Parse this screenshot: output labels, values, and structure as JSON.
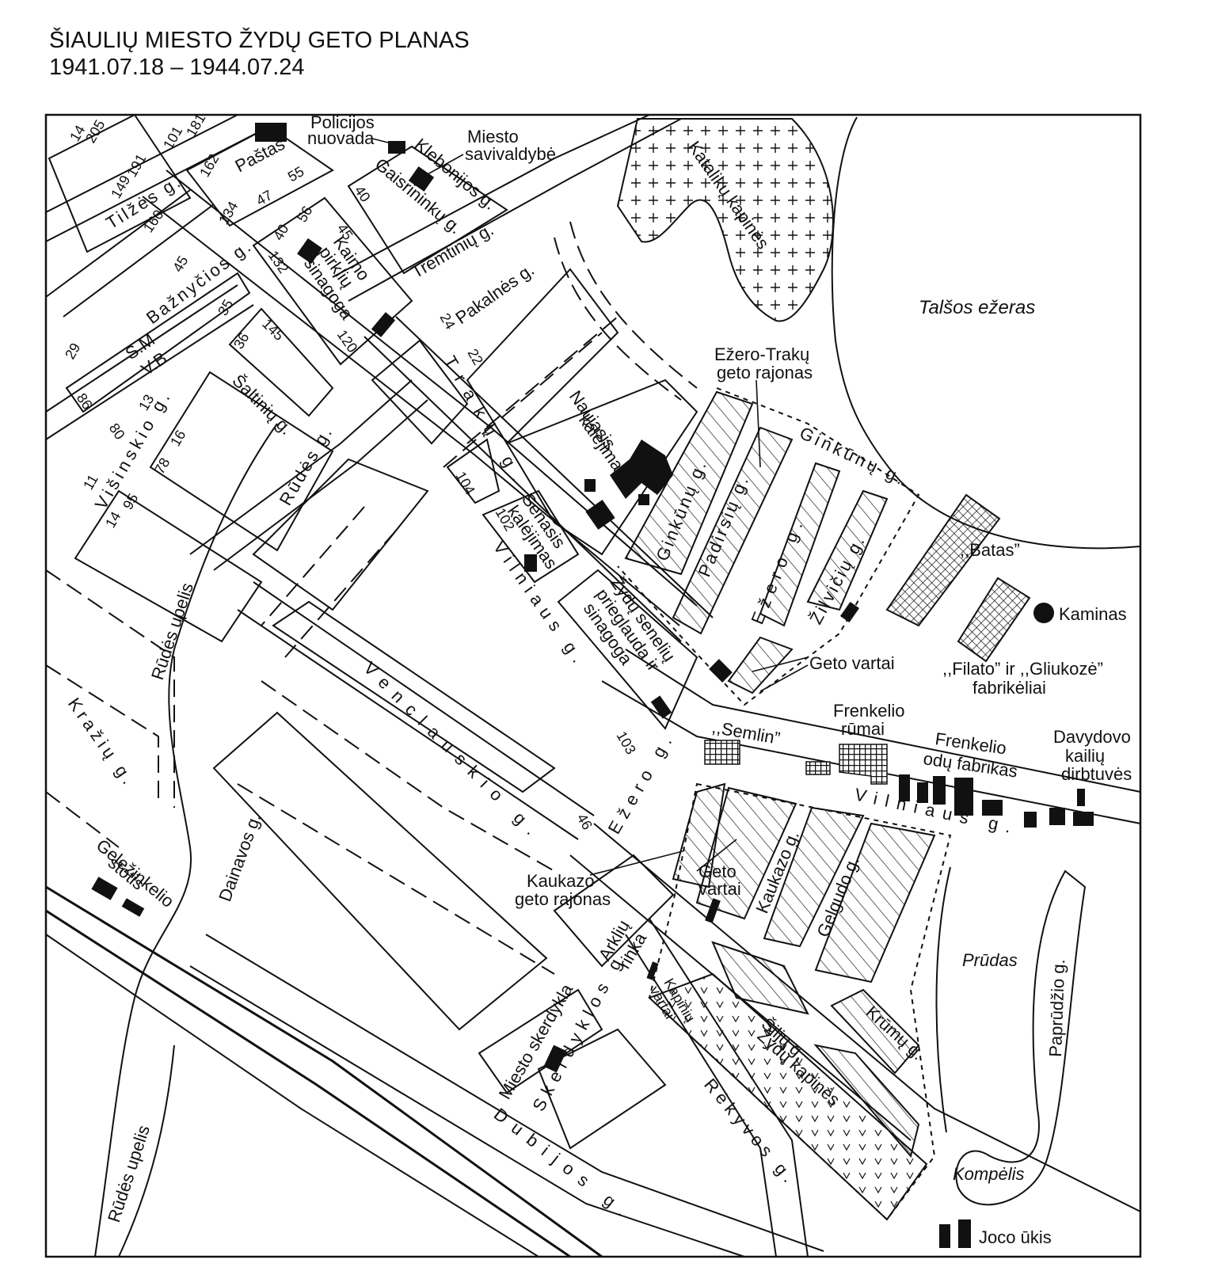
{
  "header": {
    "title": "ŠIAULIŲ MIESTO ŽYDŲ GETO PLANAS",
    "dates": "1941.07.18 – 1944.07.24"
  },
  "map": {
    "ghettos": {
      "ezero_traku": [
        "Ežero-Trakų",
        "geto rajonas"
      ],
      "kaukazo": [
        "Kaukazo",
        "geto rajonas"
      ]
    },
    "gates": {
      "geto_vartai_1": "Geto vartai",
      "geto_vartai_2": [
        "Geto",
        "vartai"
      ],
      "kapiniu_vartai": [
        "Kapinių",
        "vartai"
      ]
    },
    "streets": {
      "tilzes": "Tilžės g.",
      "baznycios": "Bažnyčios g.",
      "visinskio": "Višinskio g.",
      "saltiniu": "Šaltinių g.",
      "rudes": "Rūdės g.",
      "traku": "Trakų g.",
      "pakalnes": "Pakalnės g.",
      "klebonijos": "Klebonijos g.",
      "gaisrininku": "Gaisrininkų g.",
      "tremtiniu": "Tremtinių g.",
      "vilniaus_1": "Vilniaus g.",
      "vilniaus_2": "Vilniaus g.",
      "venclauskio": "Venclauskio g.",
      "ezero_1": "Ežero g.",
      "ezero_2": "Ežero g.",
      "ginkunu_1": "Ginkūnų g.",
      "ginkunu_2": "Ginkūnų g.",
      "padirsiu": "Padirsių g.",
      "zilviciu": "Žilvičių g.",
      "kraziu": "Kražių g.",
      "dainavos": "Dainavos g.",
      "kaukazo": "Kaukazo g.",
      "gelgudo": "Gelgudo g.",
      "skerdyklos": "Skerdyklos g.",
      "rekyvos": "Rėkyvos g.",
      "dubijos": "Dubijos g.",
      "siju": "Šiljų g.",
      "krumu": "Krūmų g.",
      "paprudzio": "Paprūdžio g."
    },
    "water": {
      "talsos": "Talšos ežeras",
      "prudas": "Prūdas",
      "kompelis": "Kompėlis",
      "rudes_upelis_1": "Rūdės upelis",
      "rudes_upelis_2": "Rūdės upelis"
    },
    "places": {
      "pastas": "Paštas",
      "policija": [
        "Policijos",
        "nuovada"
      ],
      "savivaldybe": [
        "Miesto",
        "savivaldybė"
      ],
      "kataliku_kapines": "Katalikų kapinės",
      "kaimo_sinagoga": [
        "Kaimo",
        "pirklių",
        "sinagoga"
      ],
      "naujasis_kalejimas": [
        "Naujasis",
        "kalėjimas"
      ],
      "senasis_kalejimas": [
        "Senasis",
        "kalėjimas"
      ],
      "prieglauda": [
        "Žydų senelių",
        "prieglauda ir",
        "sinagoga"
      ],
      "batas": ",,Batas”",
      "kaminas": "Kaminas",
      "filato": [
        ",,Filato” ir ,,Gliukozė”",
        "fabrikėliai"
      ],
      "semlin": ",,Semlin”",
      "frenkelio_rumai": [
        "Frenkelio",
        "rūmai"
      ],
      "frenkelio_fabrikas": [
        "Frenkelio",
        "odų fabrikas"
      ],
      "davydovo": [
        "Davydovo",
        "kailių",
        "dirbtuvės"
      ],
      "arkliu_rinka": [
        "Arklių",
        "rinka"
      ],
      "skerdykla": "Miesto skerdykla",
      "zydu_kapines": "Žydų kapinės",
      "gelezinkelio_stotis": [
        "Geležinkelio",
        "stotis"
      ],
      "joco_ukis": "Joco ūkis",
      "sm_vb": [
        "S.M",
        "V.B"
      ]
    },
    "house_numbers": {
      "n14": "14",
      "n205": "205",
      "n101": "101",
      "n181": "181",
      "n191": "191",
      "n149": "149",
      "n162": "162",
      "n55": "55",
      "n47": "47",
      "n134": "134",
      "n160": "160",
      "n40a": "40",
      "n40b": "40",
      "n56": "56",
      "n45a": "45",
      "n132": "132",
      "n120": "120",
      "n45b": "45",
      "n29": "29",
      "n35": "35",
      "n145": "145",
      "n36": "36",
      "n24": "24",
      "n22": "22",
      "n86": "86",
      "n80": "80",
      "n13": "13",
      "n16": "16",
      "n78": "78",
      "n11": "11",
      "n95": "95",
      "n14b": "14",
      "n104": "104",
      "n102": "102",
      "n103": "103",
      "n46": "46"
    }
  }
}
